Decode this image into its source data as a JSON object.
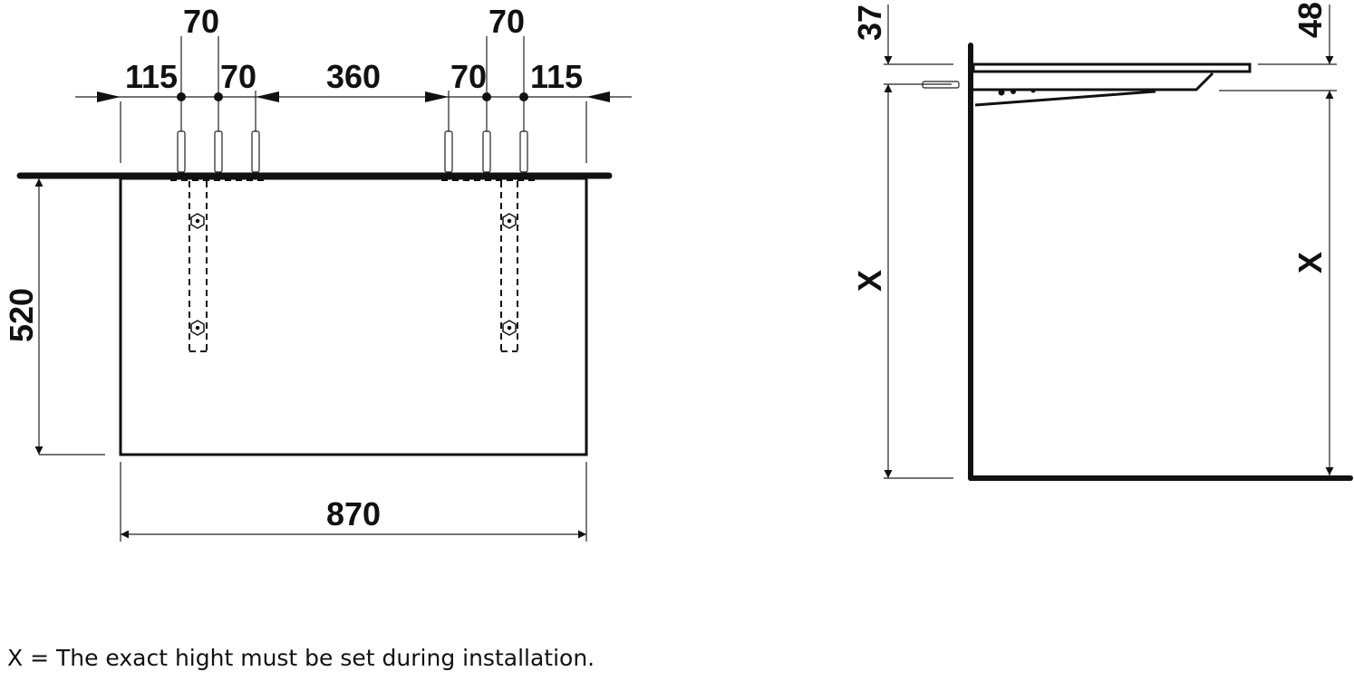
{
  "front_view": {
    "dims_top_outer": [
      "70",
      "70"
    ],
    "dims_top": [
      "115",
      "70",
      "360",
      "70",
      "115"
    ],
    "height": "520",
    "width": "870"
  },
  "side_view": {
    "left_top": "37",
    "right_top": "48",
    "left_x": "X",
    "right_x": "X"
  },
  "footnote": "X = The exact hight must be set during installation."
}
